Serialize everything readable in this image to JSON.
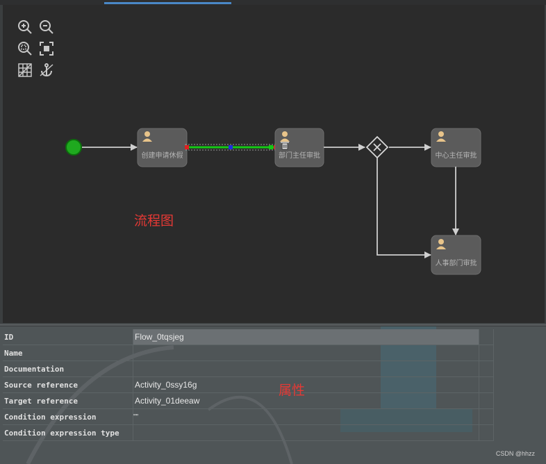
{
  "toolbar": {
    "items": [
      {
        "icon": "zoom-in-icon",
        "label": "Zoom in"
      },
      {
        "icon": "zoom-out-icon",
        "label": "Zoom out"
      },
      {
        "icon": "zoom-fit-icon",
        "label": "Fit"
      },
      {
        "icon": "focus-icon",
        "label": "Focus"
      },
      {
        "icon": "grid-icon",
        "label": "Grid"
      },
      {
        "icon": "anchor-icon",
        "label": "Anchor"
      }
    ]
  },
  "diagram": {
    "nodes": {
      "create": "创建申请休假",
      "dept_head": "部门主任审批",
      "center_head": "中心主任审批",
      "hr": "人事部门审批"
    },
    "annotation": "流程图"
  },
  "properties": {
    "annotation": "属性",
    "rows": [
      {
        "name": "ID",
        "value": "Flow_0tqsjeg"
      },
      {
        "name": "Name",
        "value": ""
      },
      {
        "name": "Documentation",
        "value": ""
      },
      {
        "name": "Source reference",
        "value": "Activity_0ssy16g"
      },
      {
        "name": "Target reference",
        "value": "Activity_01deeaw"
      },
      {
        "name": "Condition expression",
        "value": "\"\""
      },
      {
        "name": "Condition expression type",
        "value": ""
      }
    ]
  },
  "watermark": "CSDN @hhzz",
  "colors": {
    "canvas": "#2b2b2b",
    "start_event": "#1fa91f",
    "task_fill": "#5b5b5b",
    "selected_edge": "#14c914",
    "annotation": "#e53935",
    "user_icon": "#e8c48a"
  }
}
